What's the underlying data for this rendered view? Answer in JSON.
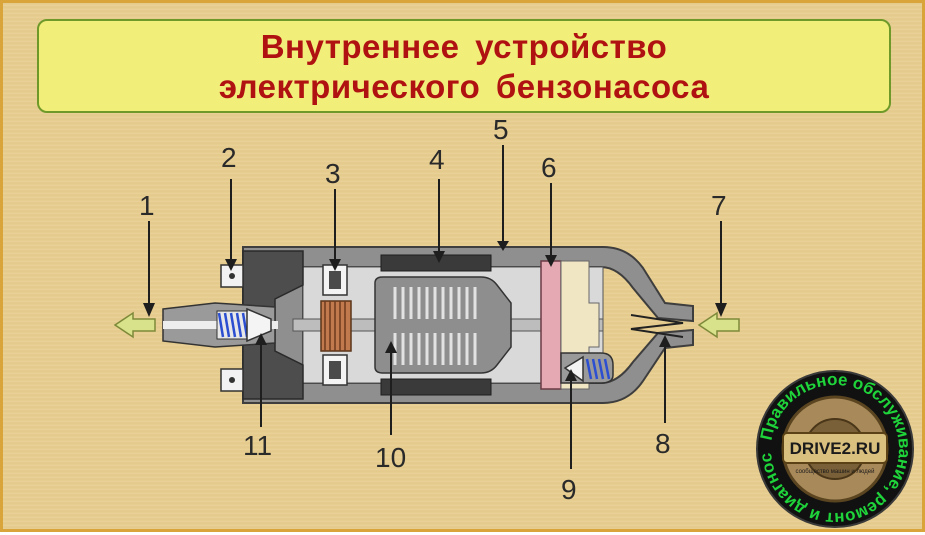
{
  "title": {
    "line1": "Внутреннее устройство",
    "line2": "электрического бензонасоса"
  },
  "labels": [
    "1",
    "2",
    "3",
    "4",
    "5",
    "6",
    "7",
    "8",
    "9",
    "10",
    "11"
  ],
  "logo": {
    "brand": "DRIVE2.RU",
    "tagline": "сообщество машин и людей",
    "ring_text": "Правильное обслуживание, ремонт и диагностика"
  },
  "colors": {
    "title_text": "#b01212",
    "title_bg": "#f2ee7a",
    "body_metal": "#8c8c8c",
    "dark_metal": "#454545",
    "copper": "#c07a4e",
    "pink_plate": "#e5a9b4",
    "arrow_fill": "#d8e28a",
    "logo_green": "#1fd43a"
  }
}
